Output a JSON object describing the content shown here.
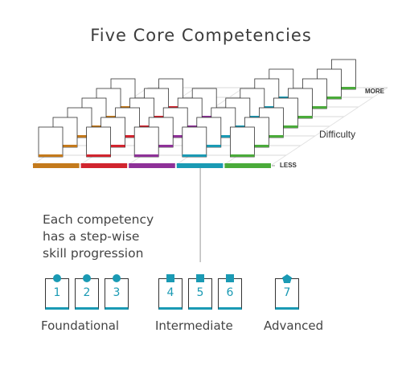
{
  "title": "Five Core Competencies",
  "axis": {
    "more": "MORE",
    "less": "LESS",
    "difficulty": "Difficulty"
  },
  "description": [
    "Each competency",
    "has a step-wise",
    "skill progression"
  ],
  "competency_colors": [
    "#c47a1c",
    "#d1242e",
    "#8e3198",
    "#1a9ab4",
    "#4aab3a"
  ],
  "steps": [
    {
      "number": "1",
      "marker": "circle"
    },
    {
      "number": "2",
      "marker": "circle"
    },
    {
      "number": "3",
      "marker": "circle"
    },
    {
      "number": "4",
      "marker": "square"
    },
    {
      "number": "5",
      "marker": "square"
    },
    {
      "number": "6",
      "marker": "square"
    },
    {
      "number": "7",
      "marker": "pentagon"
    }
  ],
  "groups": {
    "foundational": "Foundational",
    "intermediate": "Intermediate",
    "advanced": "Advanced"
  }
}
